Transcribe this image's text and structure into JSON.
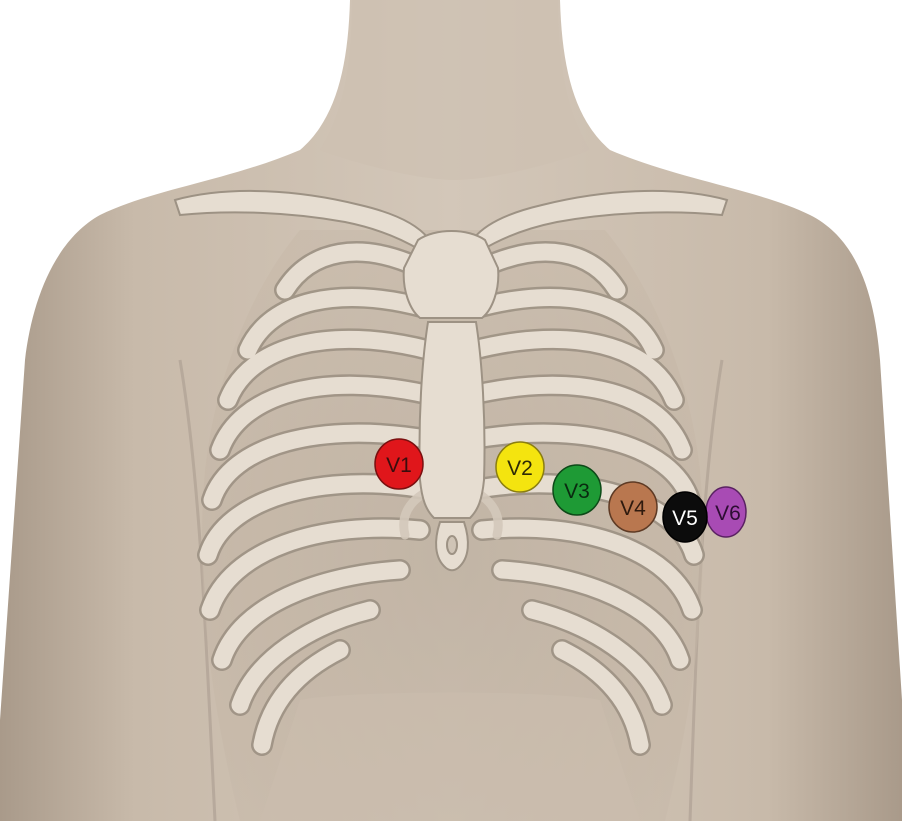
{
  "figure": {
    "electrodes": [
      {
        "label": "V1",
        "color": "#e0161b",
        "text_color": "#3a0d0d"
      },
      {
        "label": "V2",
        "color": "#f4e40f",
        "text_color": "#2e2a05"
      },
      {
        "label": "V3",
        "color": "#1e9a35",
        "text_color": "#0a2a10"
      },
      {
        "label": "V4",
        "color": "#b9774f",
        "text_color": "#2f1a0e"
      },
      {
        "label": "V5",
        "color": "#0c0c0c",
        "text_color": "#ffffff"
      },
      {
        "label": "V6",
        "color": "#a84bb4",
        "text_color": "#2d0d33"
      }
    ],
    "colors": {
      "skin": "#c9bcae",
      "skin_shadow": "#a89a8a",
      "bone": "#e6ddd1",
      "bone_outline": "#9d9284",
      "background": "#ffffff"
    }
  }
}
